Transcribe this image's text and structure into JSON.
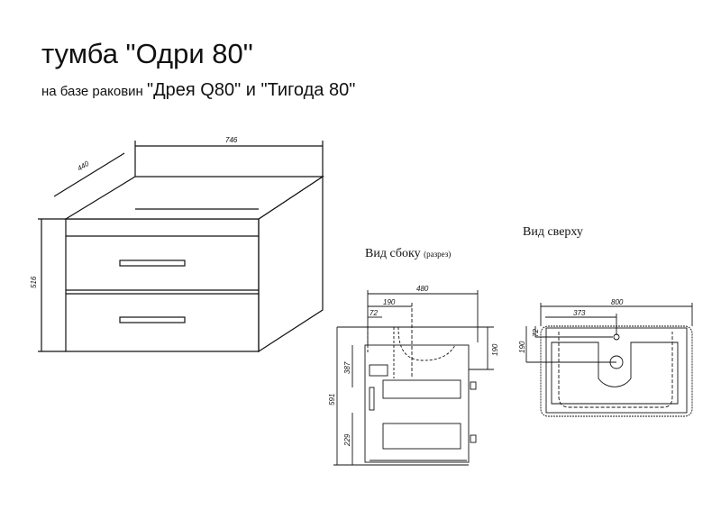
{
  "title": "тумба \"Одри 80\"",
  "subtitle_prefix": "на базе раковин",
  "subtitle_models": "\"Дрея Q80\" и \"Тигода 80\"",
  "views": {
    "side_label": "Вид сбоку",
    "side_note": "(разрез)",
    "top_label": "Вид сверху"
  },
  "dimensions": {
    "iso": {
      "width": "746",
      "depth": "440",
      "height": "516"
    },
    "side": {
      "depth": "480",
      "drain_offset": "190",
      "tap_offset": "72",
      "sink_height": "190",
      "total_height": "591",
      "upper": "387",
      "lower": "229"
    },
    "top": {
      "width": "800",
      "tap_offset": "373",
      "tap_depth": "72",
      "drain_depth": "190"
    }
  }
}
